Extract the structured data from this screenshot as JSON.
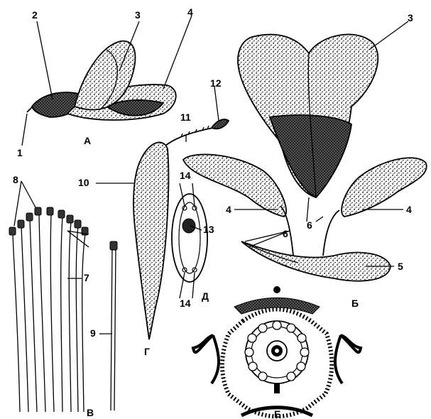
{
  "figure": {
    "parts": {
      "a": "А",
      "b": "Б",
      "v": "В",
      "g": "Г",
      "d": "Д",
      "e": "Е"
    },
    "numbers": {
      "n1": "1",
      "n2": "2",
      "n3a": "3",
      "n3b": "3",
      "n4a": "4",
      "n4b": "4",
      "n4c": "4",
      "n5": "5",
      "n6a": "6",
      "n6b": "6",
      "n7": "7",
      "n8": "8",
      "n9": "9",
      "n10": "10",
      "n11": "11",
      "n12": "12",
      "n13": "13",
      "n14a": "14",
      "n14b": "14"
    },
    "colors": {
      "ink": "#000000",
      "paper": "#ffffff"
    }
  }
}
